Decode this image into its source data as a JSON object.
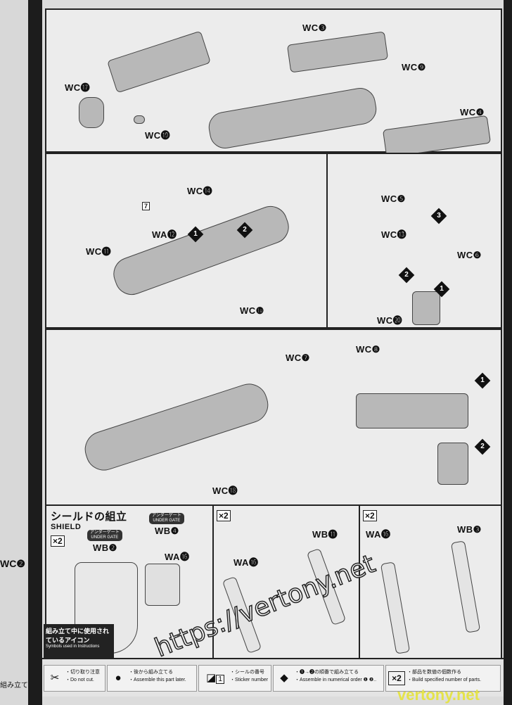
{
  "prev_page": {
    "part_label": "WC❷",
    "footer_text": "組み立て"
  },
  "under_gate": {
    "jp": "アンダーゲート",
    "en": "UNDER GATE"
  },
  "panel1": {
    "labels": [
      "WC⓱",
      "WC⓳",
      "WC❸",
      "WC❾",
      "WC❹"
    ]
  },
  "panel2": {
    "labels": [
      "WC⓮",
      "WA⓬",
      "WC⓫",
      "WC❿"
    ],
    "sticker": "7",
    "steps": [
      "1",
      "2"
    ]
  },
  "panel2b": {
    "labels": [
      "WC❺",
      "WC⓭",
      "WC❻",
      "WC⓴"
    ],
    "steps": [
      "3",
      "2",
      "1"
    ]
  },
  "panel3": {
    "labels": [
      "WC❼",
      "WC❽",
      "WC⓲"
    ],
    "steps": [
      "1",
      "2"
    ]
  },
  "shield": {
    "title_jp": "シールドの組立",
    "title_en": "SHIELD",
    "multiplier": "×2",
    "labels": [
      "WB❹",
      "WB❷",
      "WA⓰"
    ]
  },
  "shield_mid": {
    "multiplier": "×2",
    "labels": [
      "WA⓰",
      "WB⓫"
    ]
  },
  "shield_right": {
    "multiplier": "×2",
    "labels": [
      "WB❸",
      "WA⓰"
    ]
  },
  "legend": {
    "header_jp": "組み立て中に使用されているアイコン",
    "header_en": "Symbols used in Instructions",
    "items": [
      {
        "icon": "no-cut-icon",
        "jp": "・切り取り注意",
        "en": "・Do not cut."
      },
      {
        "icon": "assemble-later-icon",
        "jp": "・後から組み立てる",
        "en": "・Assemble this part later."
      },
      {
        "icon": "sticker-icon",
        "jp": "・シールの番号",
        "en": "・Sticker number",
        "num": "1"
      },
      {
        "icon": "step-number-icon",
        "jp": "・❶→❷の順番で組み立てる",
        "en": "・Assemble in numerical order ❶ ❷.."
      },
      {
        "icon": "multiplier-icon",
        "jp": "・部品を数値の個数作る",
        "en": "・Build specified number of parts.",
        "num": "×2"
      }
    ]
  },
  "watermark": {
    "text": "https://vertony.net",
    "corner": "vertony.net"
  }
}
